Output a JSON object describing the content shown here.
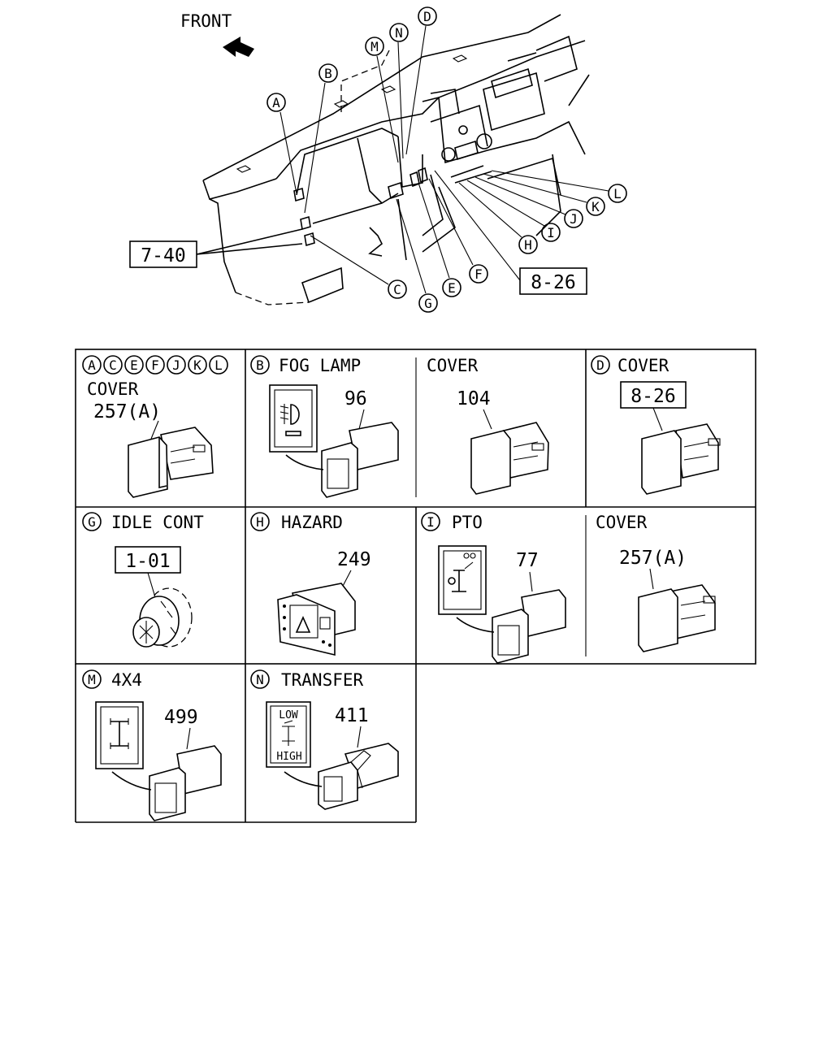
{
  "overview": {
    "front_label": "FRONT",
    "callouts": [
      "A",
      "B",
      "C",
      "D",
      "E",
      "F",
      "G",
      "H",
      "I",
      "J",
      "K",
      "L",
      "M",
      "N"
    ],
    "ref_left": "7-40",
    "ref_right": "8-26"
  },
  "table": {
    "cells": [
      {
        "letters": [
          "A",
          "C",
          "E",
          "F",
          "J",
          "K",
          "L"
        ],
        "title": "",
        "sub": "COVER",
        "part": "257(A)",
        "ref": ""
      },
      {
        "letters": [
          "B"
        ],
        "title": "FOG LAMP",
        "sub": "",
        "part": "96",
        "ref": ""
      },
      {
        "letters": [],
        "title": "COVER",
        "sub": "",
        "part": "104",
        "ref": ""
      },
      {
        "letters": [
          "D"
        ],
        "title": "COVER",
        "sub": "",
        "part": "",
        "ref": "8-26"
      },
      {
        "letters": [
          "G"
        ],
        "title": "IDLE CONT",
        "sub": "",
        "part": "",
        "ref": "1-01"
      },
      {
        "letters": [
          "H"
        ],
        "title": "HAZARD",
        "sub": "",
        "part": "249",
        "ref": ""
      },
      {
        "letters": [
          "I"
        ],
        "title": "PTO",
        "sub": "",
        "part": "77",
        "ref": ""
      },
      {
        "letters": [],
        "title": "COVER",
        "sub": "",
        "part": "257(A)",
        "ref": ""
      },
      {
        "letters": [
          "M"
        ],
        "title": "4X4",
        "sub": "",
        "part": "499",
        "ref": ""
      },
      {
        "letters": [
          "N"
        ],
        "title": "TRANSFER",
        "sub": "",
        "part": "411",
        "ref": ""
      }
    ],
    "transfer_label_top": "LOW",
    "transfer_label_bottom": "HIGH"
  }
}
